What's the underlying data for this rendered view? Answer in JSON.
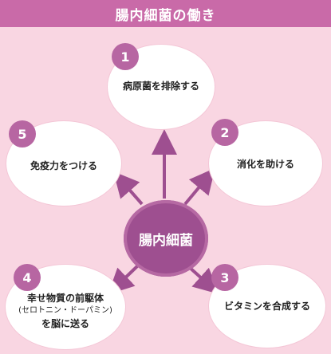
{
  "title": "腸内細菌の働き",
  "center_label": "腸内細菌",
  "nodes": [
    {
      "number": "1",
      "label": "病原菌を排除する"
    },
    {
      "number": "2",
      "label": "消化を助ける"
    },
    {
      "number": "3",
      "label": "ビタミンを合成する"
    },
    {
      "number": "4",
      "label_lines": [
        "幸せ物質の前駆体",
        "(セロトニン・ドーパミン)",
        "を脳に送る"
      ]
    },
    {
      "number": "5",
      "label": "免疫力をつける"
    }
  ],
  "colors": {
    "title_bar": "#c96aa8",
    "background": "#f9d6e2",
    "center": "#9e4f90",
    "badge": "#b766a2",
    "arrow": "#9e4f90"
  }
}
